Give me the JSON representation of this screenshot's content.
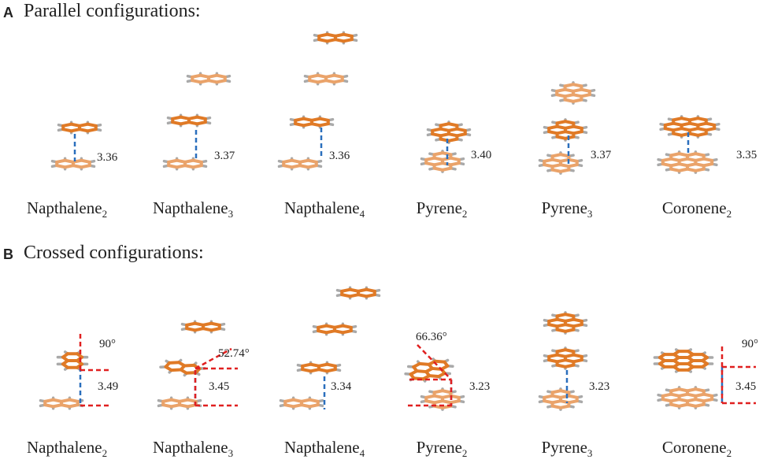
{
  "panels": {
    "a": {
      "letter": "A",
      "title": "Parallel configurations:",
      "items": [
        {
          "name": "Napthalene",
          "sub": "2",
          "distance": "3.36"
        },
        {
          "name": "Napthalene",
          "sub": "3",
          "distance": "3.37"
        },
        {
          "name": "Napthalene",
          "sub": "4",
          "distance": "3.36"
        },
        {
          "name": "Pyrene",
          "sub": "2",
          "distance": "3.40"
        },
        {
          "name": "Pyrene",
          "sub": "3",
          "distance": "3.37"
        },
        {
          "name": "Coronene",
          "sub": "2",
          "distance": "3.35"
        }
      ]
    },
    "b": {
      "letter": "B",
      "title": "Crossed configurations:",
      "items": [
        {
          "name": "Napthalene",
          "sub": "2",
          "distance": "3.49",
          "angle": "90°"
        },
        {
          "name": "Napthalene",
          "sub": "3",
          "distance": "3.45",
          "angle": "52.74°"
        },
        {
          "name": "Napthalene",
          "sub": "4",
          "distance": "3.34"
        },
        {
          "name": "Pyrene",
          "sub": "2",
          "distance": "3.23",
          "angle": "66.36°"
        },
        {
          "name": "Pyrene",
          "sub": "3",
          "distance": "3.23"
        },
        {
          "name": "Coronene",
          "sub": "2",
          "distance": "3.45",
          "angle": "90°"
        }
      ]
    }
  },
  "colors": {
    "carbon": "#e07a26",
    "carbon_light": "#eaa36a",
    "hydrogen": "#a9a9a9",
    "distance_line": "#2a6fbd",
    "angle_line": "#e02020"
  }
}
